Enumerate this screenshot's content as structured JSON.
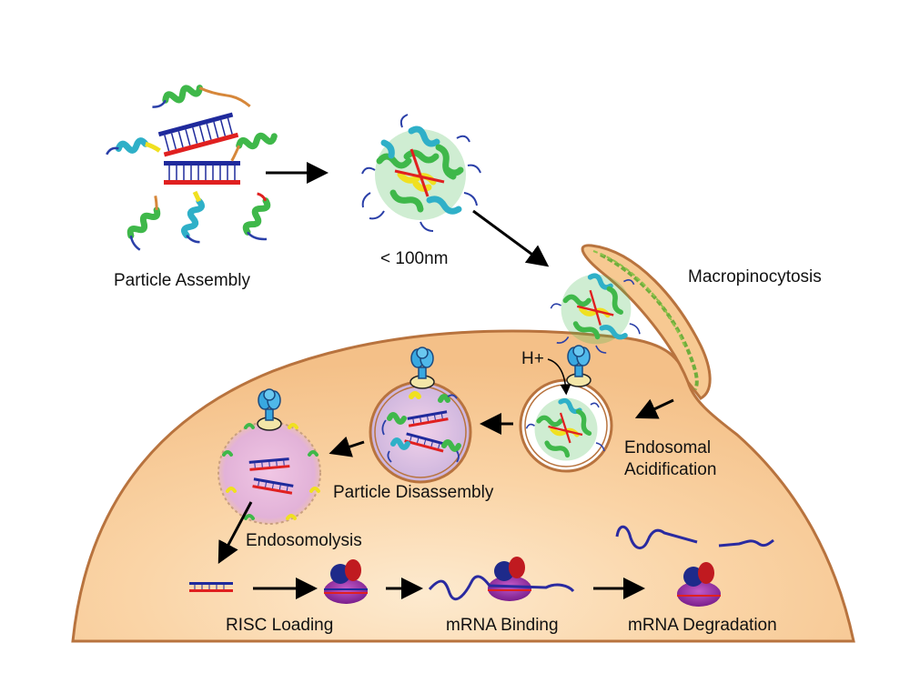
{
  "labels": {
    "particle_assembly": "Particle Assembly",
    "size": "< 100nm",
    "macropinocytosis": "Macropinocytosis",
    "proton": "H+",
    "endosomal_line1": "Endosomal",
    "endosomal_line2": "Acidification",
    "particle_disassembly": "Particle Disassembly",
    "endosomolysis": "Endosomolysis",
    "risc_loading": "RISC Loading",
    "mrna_binding": "mRNA Binding",
    "mrna_degradation": "mRNA Degradation"
  },
  "colors": {
    "cell_fill": "#f7c992",
    "cell_fill_light": "#fde8cc",
    "cell_border": "#b8733e",
    "vesicle_fill": "#e2cfe6",
    "vesicle_border": "#b8733e",
    "sirna_sense": "#1f2a9c",
    "sirna_antisense": "#e02020",
    "helix_green": "#3fb84a",
    "helix_yellow": "#f0e020",
    "helix_cyan": "#2fb0c8",
    "loop_blue": "#2a3fa8",
    "pump_blue": "#38a8e0",
    "risc_purple": "#8a2a9c",
    "risc_blue": "#1e2a8a",
    "risc_red": "#c01a20",
    "mrna": "#2a2aa0",
    "arrow": "#000000"
  }
}
